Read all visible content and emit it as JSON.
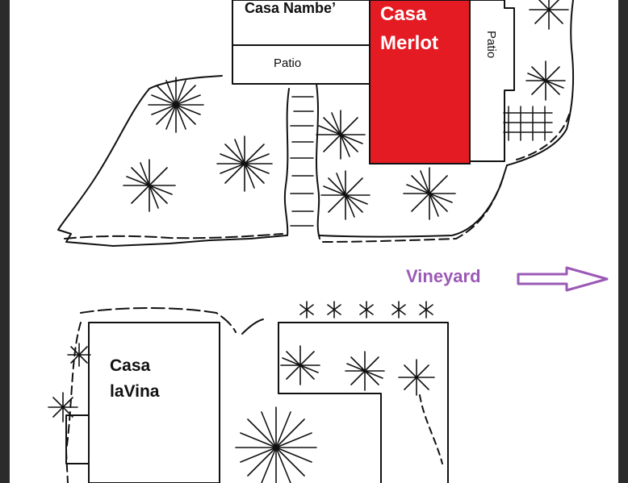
{
  "map": {
    "buildings": {
      "nambe": {
        "name": "Casa Nambe’"
      },
      "merlot": {
        "name_line1": "Casa",
        "name_line2": "Merlot",
        "fill": "#e41b23"
      },
      "lavina": {
        "name_line1": "Casa",
        "name_line2": "laVina"
      }
    },
    "patios": {
      "nambe": "Patio",
      "merlot": "Patio"
    },
    "vineyard": {
      "label": "Vineyard",
      "color": "#9b59b6"
    }
  }
}
